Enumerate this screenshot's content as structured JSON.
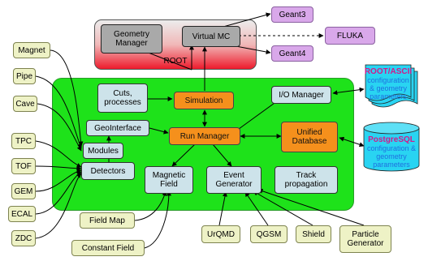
{
  "root": {
    "label": "ROOT",
    "geometry_manager": "Geometry\nManager",
    "virtual_mc": "Virtual MC"
  },
  "engines": {
    "geant3": "Geant3",
    "geant4": "Geant4",
    "fluka": "FLUKA"
  },
  "left_modules": [
    "Magnet",
    "Pipe",
    "Cave",
    "TPC",
    "TOF",
    "GEM",
    "ECAL",
    "ZDC"
  ],
  "framework": {
    "cuts": "Cuts,\nprocesses",
    "simulation": "Simulation",
    "io_manager": "I/O Manager",
    "geointerface": "GeoInterface",
    "run_manager": "Run Manager",
    "unified_database": "Unified\nDatabase",
    "modules": "Modules",
    "detectors": "Detectors",
    "magnetic_field": "Magnetic\nField",
    "event_generator": "Event\nGenerator",
    "track_propagation": "Track\npropagation"
  },
  "field_inputs": {
    "field_map": "Field Map",
    "constant_field": "Constant Field"
  },
  "generators": [
    "UrQMD",
    "QGSM",
    "Shield",
    "Particle\nGenerator"
  ],
  "storage": {
    "root_ascii_title": "ROOT/ASCII",
    "root_ascii_text": "configuration\n& geometry\nparameters",
    "postgres_title": "PostgreSQL",
    "postgres_text": "configuration &\ngeometry\nparameters"
  },
  "colors": {
    "green_region": "#1ee21a",
    "root_gradient_bottom": "#ee1b2c",
    "orange": "#f5901c",
    "light_blue": "#cde3ea",
    "cream": "#eef2c6",
    "purple": "#d9a8ea",
    "cyan": "#29d4f2"
  }
}
